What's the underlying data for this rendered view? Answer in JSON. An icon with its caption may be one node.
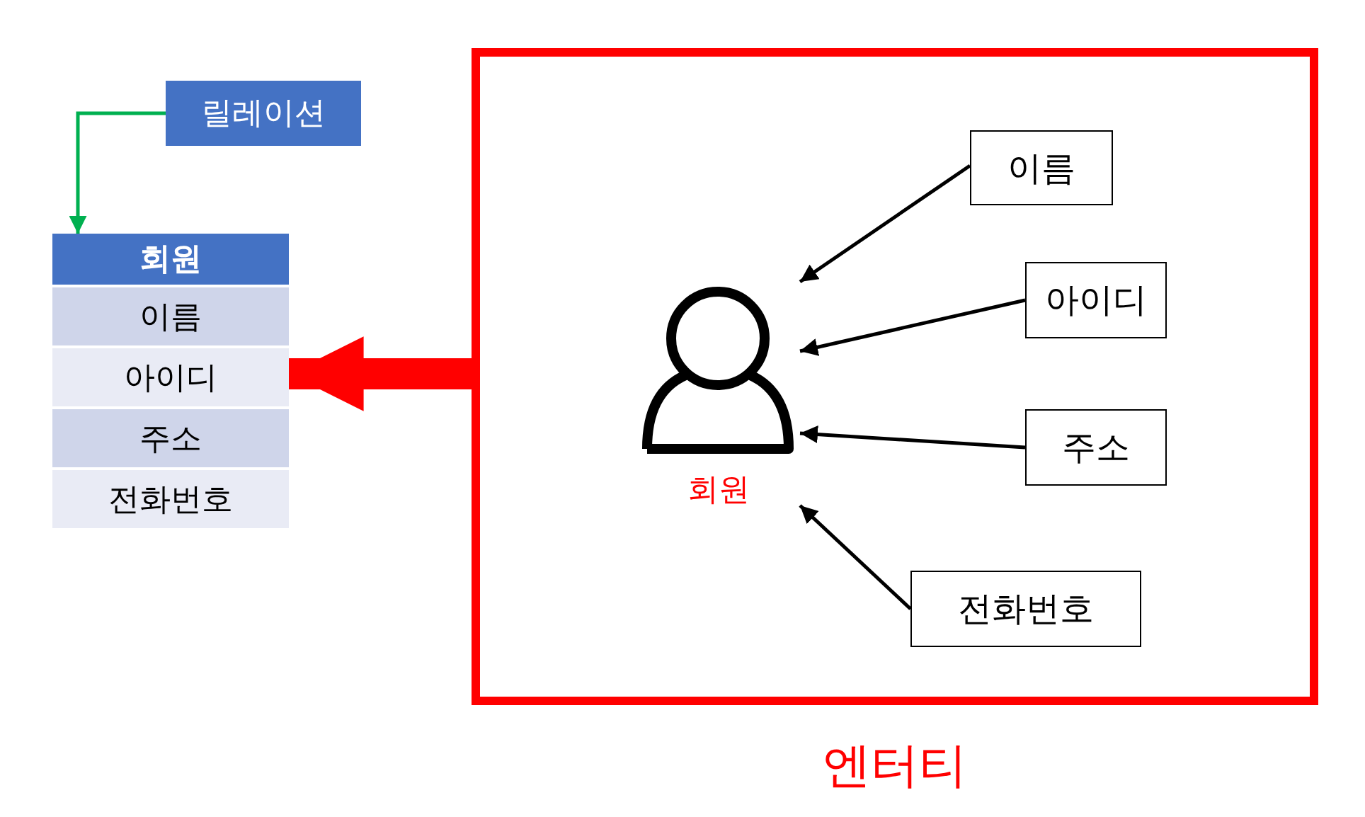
{
  "diagram": {
    "nodes": [
      {
        "text": [
          "릴레이션"
        ]
      },
      {
        "text": [
          "회원",
          "이름",
          "아이디",
          "주소",
          "전화번호"
        ]
      },
      {
        "text": [
          "엔터티"
        ]
      },
      {
        "text": [
          "회원"
        ],
        "in": 2
      },
      {
        "text": [
          "이름"
        ],
        "in": 2
      },
      {
        "text": [
          "아이디"
        ],
        "in": 2
      },
      {
        "text": [
          "주소"
        ],
        "in": 2
      },
      {
        "text": [
          "전화번호"
        ],
        "in": 2
      }
    ],
    "edges": [
      {
        "from": 0,
        "to": 1,
        "arrow": "to",
        "color": "#00b050"
      },
      {
        "from": 2,
        "to": 1,
        "arrow": "to",
        "style": "thick",
        "color": "#ff0000"
      },
      {
        "from": 4,
        "to": 3,
        "arrow": "to"
      },
      {
        "from": 5,
        "to": 3,
        "arrow": "to"
      },
      {
        "from": 6,
        "to": 3,
        "arrow": "to"
      },
      {
        "from": 7,
        "to": 3,
        "arrow": "to"
      }
    ]
  }
}
